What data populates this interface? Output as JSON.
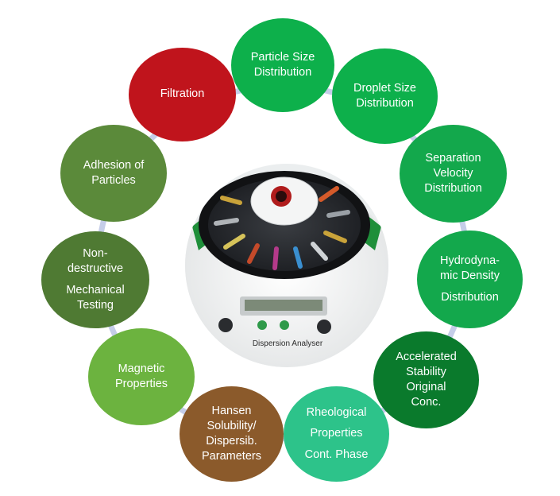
{
  "colors": {
    "connector": "#c5cde8",
    "green_bright": "#0db04b",
    "green_mid": "#13a84c",
    "green_dark": "#0a7a2c",
    "green_olive": "#5b8a3a",
    "green_olive_dark": "#4f7a33",
    "green_light": "#6cb33f",
    "teal": "#2dc38a",
    "brown": "#8b5a2b",
    "red": "#c0141c"
  },
  "nodes": {
    "particle_size": {
      "line1": "Particle Size",
      "line2": "Distribution"
    },
    "droplet_size": {
      "line1": "Droplet Size",
      "line2": "Distribution"
    },
    "separation_velocity": {
      "line1": "Separation",
      "line2": "Velocity",
      "line3": "Distribution"
    },
    "hydrodynamic_density": {
      "line1": "Hydrodyna-",
      "line2": "mic Density",
      "line3": "Distribution"
    },
    "accelerated_stability": {
      "line1": "Accelerated",
      "line2": "Stability",
      "line3": "Original",
      "line4": "Conc."
    },
    "rheological": {
      "line1": "Rheological",
      "line2": "Properties",
      "line3": "Cont. Phase"
    },
    "hansen": {
      "line1": "Hansen",
      "line2": "Solubility/",
      "line3": "Dispersib.",
      "line4": "Parameters"
    },
    "magnetic": {
      "line1": "Magnetic",
      "line2": "Properties"
    },
    "non_destructive": {
      "line1": "Non-",
      "line2": "destructive",
      "line3": "Mechanical",
      "line4": "Testing"
    },
    "adhesion": {
      "line1": "Adhesion of",
      "line2": "Particles"
    },
    "filtration": {
      "line1": "Filtration"
    }
  },
  "device": {
    "label": "Dispersion Analyser",
    "description_icon": "centrifuge-photo"
  }
}
